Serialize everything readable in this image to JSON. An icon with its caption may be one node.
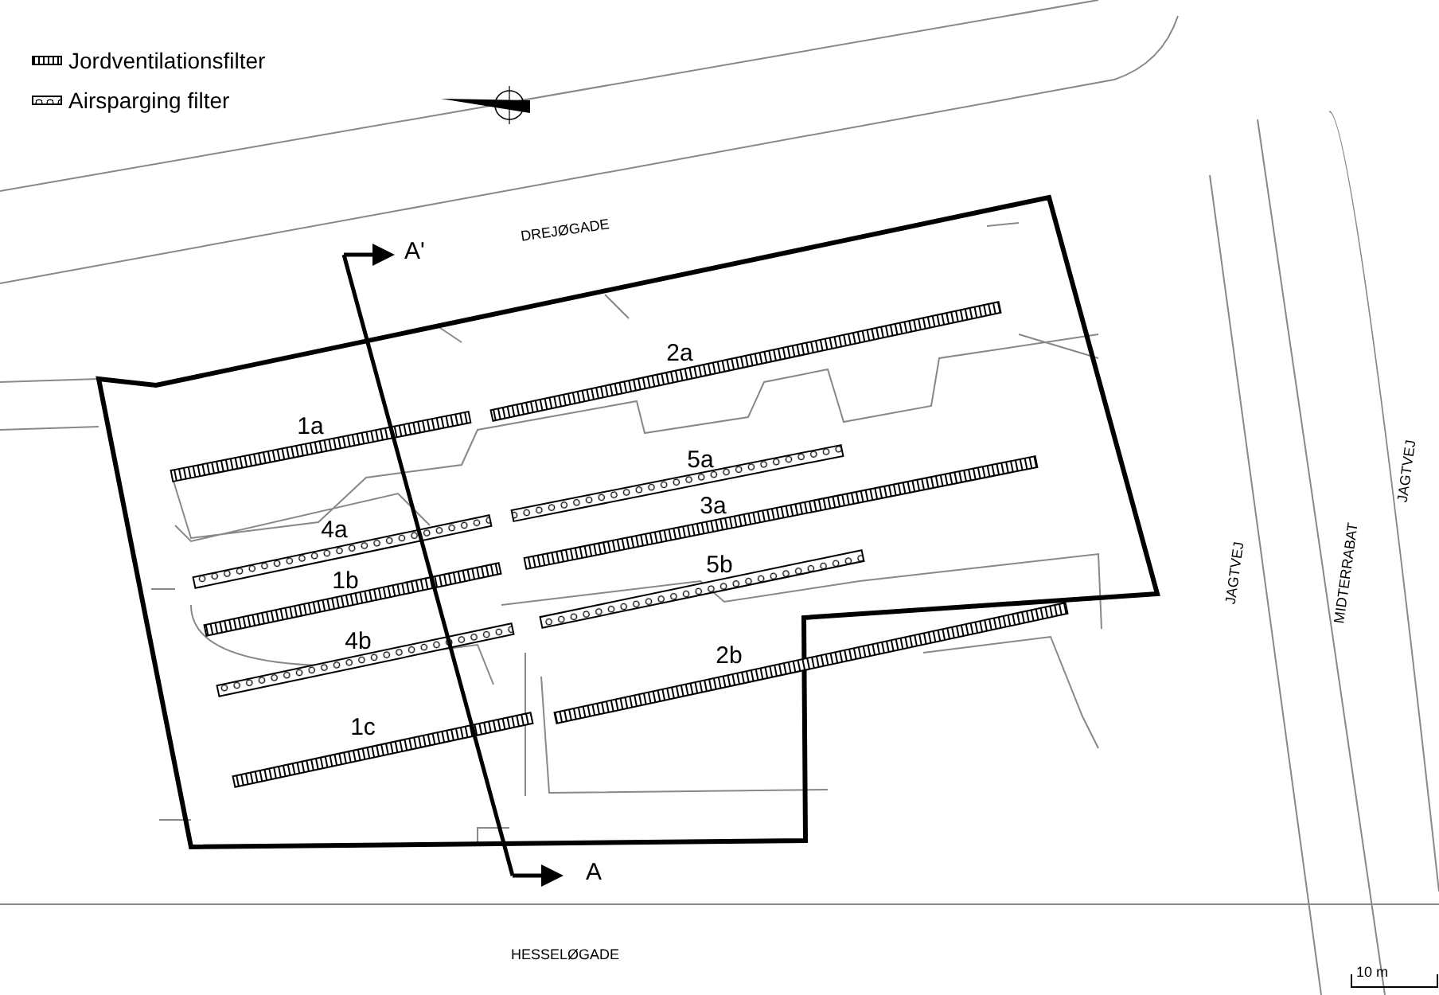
{
  "diagram": {
    "labels": [
      "DREJØGADE",
      "A'",
      "2a",
      "1a",
      "5a",
      "4a",
      "3a",
      "1b",
      "5b",
      "4b",
      "2b",
      "1c",
      "JAGTVEJ",
      "MIDTERRABAT",
      "JAGTVEJ",
      "A",
      "HESSELØGADE",
      "10 m"
    ],
    "legend": [
      {
        "text": "Jordventilationsfilter"
      },
      {
        "text": "Airsparging filter"
      }
    ]
  }
}
